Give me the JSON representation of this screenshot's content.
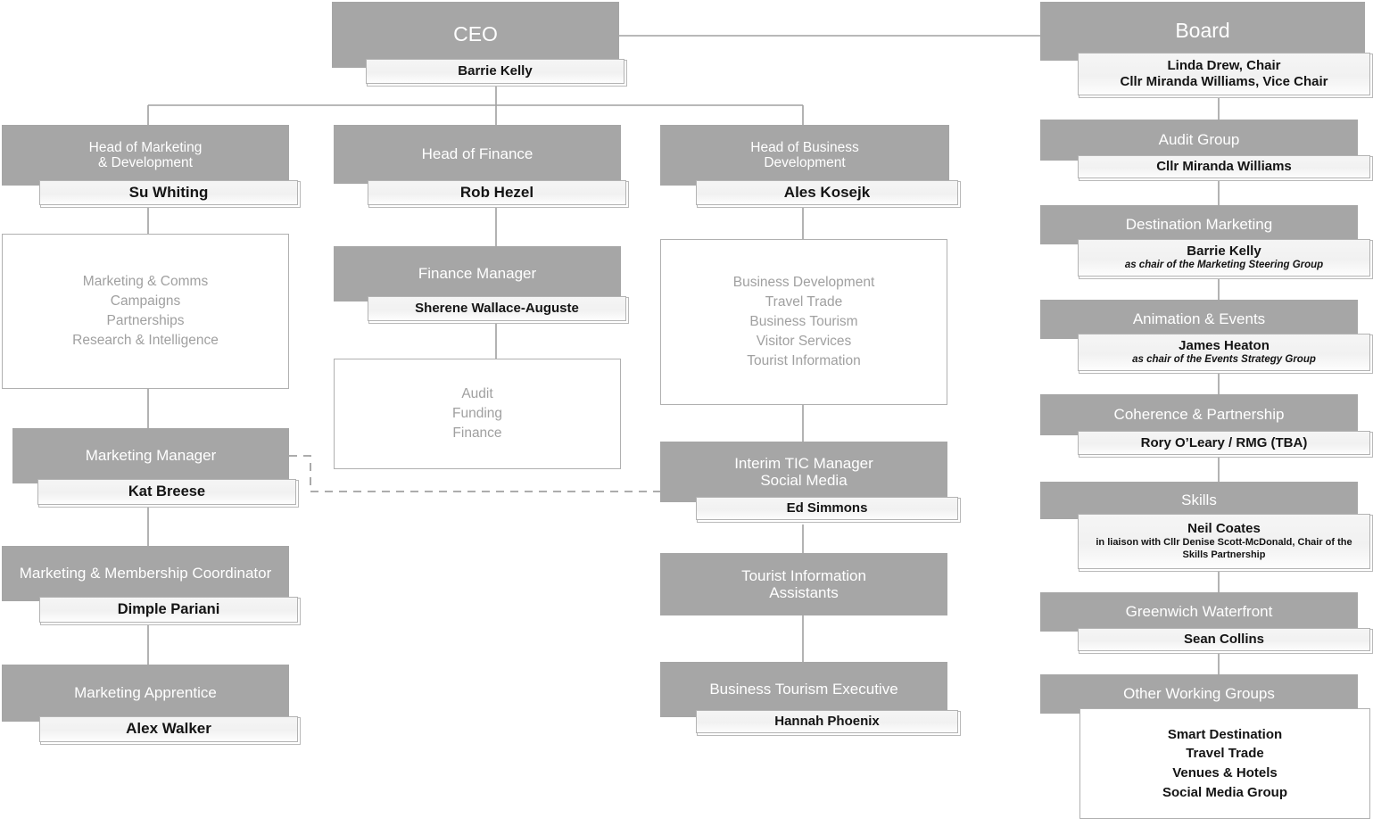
{
  "meta": {
    "title": "Organisation Chart",
    "colors": {
      "header_fill": "#a6a6a6",
      "header_text": "#ffffff",
      "name_fill": "#f2f2f2",
      "name_text": "#141414",
      "list_text": "#a0a0a0",
      "connector": "#a0a0a0"
    }
  },
  "ceo": {
    "title": "CEO",
    "name": "Barrie Kelly"
  },
  "board": {
    "title": "Board",
    "name_line1": "Linda Drew, Chair",
    "name_line2": "Cllr Miranda Williams, Vice Chair"
  },
  "columns": {
    "marketing": {
      "head": {
        "title_line1": "Head of Marketing",
        "title_line2": "& Development",
        "name": "Su Whiting"
      },
      "functions": [
        "Marketing & Comms",
        "Campaigns",
        "Partnerships",
        "Research & Intelligence"
      ],
      "manager": {
        "title": "Marketing Manager",
        "name": "Kat Breese"
      },
      "coordinator": {
        "title": "Marketing & Membership Coordinator",
        "name": "Dimple Pariani"
      },
      "apprentice": {
        "title": "Marketing Apprentice",
        "name": "Alex Walker"
      }
    },
    "finance": {
      "head": {
        "title": "Head of Finance",
        "name": "Rob Hezel"
      },
      "manager": {
        "title": "Finance Manager",
        "name": "Sherene Wallace-Auguste"
      },
      "functions": [
        "Audit",
        "Funding",
        "Finance"
      ]
    },
    "business": {
      "head": {
        "title_line1": "Head of Business",
        "title_line2": "Development",
        "name": "Ales Kosejk"
      },
      "functions": [
        "Business Development",
        "Travel Trade",
        "Business Tourism",
        "Visitor Services",
        "Tourist Information"
      ],
      "tic": {
        "title_line1": "Interim TIC Manager",
        "title_line2": "Social Media",
        "name": "Ed Simmons"
      },
      "assistants": {
        "title_line1": "Tourist Information",
        "title_line2": "Assistants"
      },
      "bte": {
        "title": "Business Tourism Executive",
        "name": "Hannah Phoenix"
      }
    }
  },
  "board_groups": [
    {
      "title": "Audit Group",
      "name": "Cllr Miranda Williams",
      "sub": ""
    },
    {
      "title": "Destination Marketing",
      "name": "Barrie Kelly",
      "sub": "as chair of the Marketing Steering Group"
    },
    {
      "title": "Animation & Events",
      "name": "James Heaton",
      "sub": "as chair of the Events Strategy Group"
    },
    {
      "title": "Coherence & Partnership",
      "name": "Rory O’Leary / RMG (TBA)",
      "sub": ""
    },
    {
      "title": "Skills",
      "name": "Neil Coates",
      "sub": "in liaison with Cllr Denise Scott-McDonald, Chair of the Skills Partnership"
    },
    {
      "title": "Greenwich Waterfront",
      "name": "Sean Collins",
      "sub": ""
    }
  ],
  "other_working_groups": {
    "title": "Other Working Groups",
    "items": [
      "Smart Destination",
      "Travel Trade",
      "Venues & Hotels",
      "Social Media Group"
    ]
  }
}
